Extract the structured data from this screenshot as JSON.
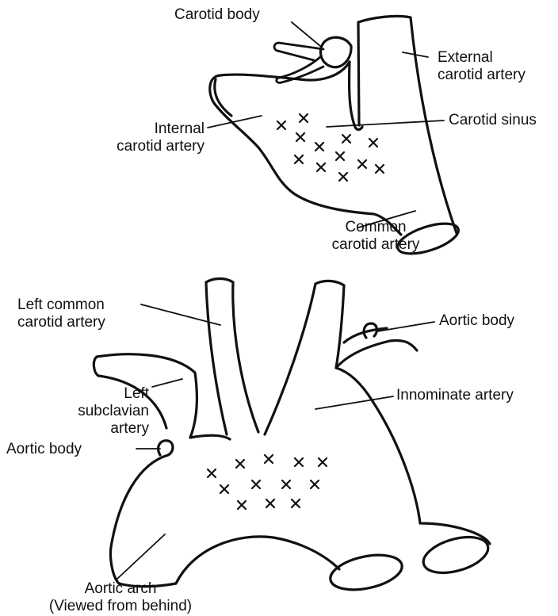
{
  "colors": {
    "ink": "#111111",
    "paper": "#ffffff"
  },
  "carotid_diagram": {
    "carotid_body": "Carotid body",
    "external_carotid": [
      "External",
      "carotid artery"
    ],
    "internal_carotid": [
      "Internal",
      "carotid artery"
    ],
    "carotid_sinus": "Carotid sinus",
    "common_carotid": [
      "Common",
      "carotid artery"
    ]
  },
  "aortic_diagram": {
    "left_common_carotid": [
      "Left common",
      "carotid artery"
    ],
    "aortic_body_right": "Aortic body",
    "left_subclavian": [
      "Left",
      "subclavian",
      "artery"
    ],
    "innominate": "Innominate artery",
    "aortic_body_left": "Aortic body",
    "aortic_arch": [
      "Aortic arch",
      "(Viewed from behind)"
    ]
  }
}
